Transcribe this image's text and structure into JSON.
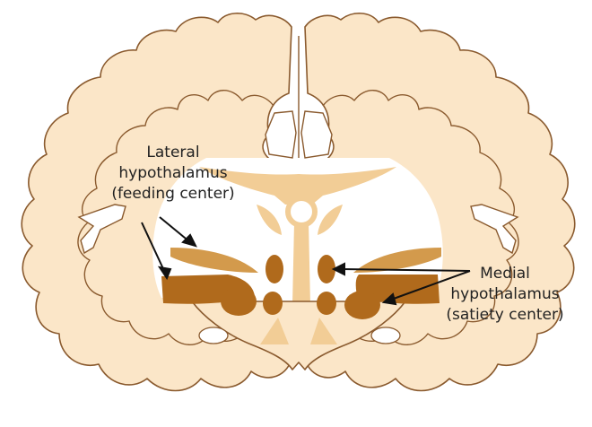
{
  "labels": {
    "lateral": {
      "line1": "Lateral",
      "line2": "hypothalamus",
      "line3": "(feeding center)"
    },
    "medial": {
      "line1": "Medial",
      "line2": "hypothalamus",
      "line3": "(satiety center)"
    }
  },
  "colors": {
    "tissue_light": "#fbe6c8",
    "tissue_outline": "#8a5a2e",
    "structure_tan": "#f2cd96",
    "structure_mid": "#d39a4c",
    "nucleus_dark": "#b06a1c",
    "background": "#ffffff"
  }
}
